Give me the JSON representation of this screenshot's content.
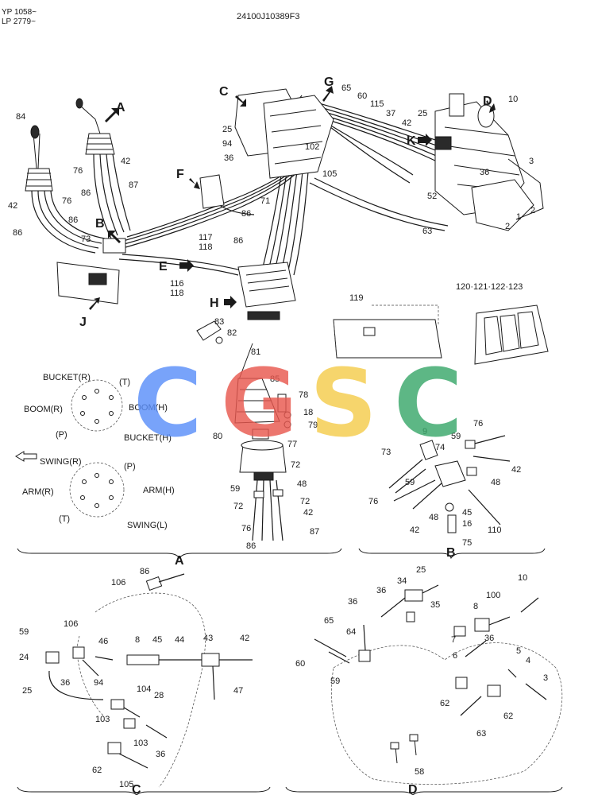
{
  "header": {
    "serial_line1": "YP 1058~",
    "serial_line2": "LP 2779~",
    "drawing_number": "24100J10389F3"
  },
  "watermark": {
    "letters": [
      "C",
      "G",
      "S",
      "C"
    ],
    "colors": [
      "#5b8ff9",
      "#e8584f",
      "#f5cd4d",
      "#3aa86b"
    ]
  },
  "view_labels": {
    "A": "A",
    "B": "B",
    "C": "C",
    "D": "D",
    "E": "E",
    "F": "F",
    "G": "G",
    "H": "H",
    "J": "J",
    "K": "K"
  },
  "main_callouts": {
    "c84": "84",
    "c42a": "42",
    "c76a": "76",
    "c86a": "86",
    "c87": "87",
    "c76b": "76",
    "c86b": "86",
    "c42b": "42",
    "c86c": "86",
    "c73": "73",
    "c25a": "25",
    "c94": "94",
    "c36a": "36",
    "c65": "65",
    "c60": "60",
    "c115": "115",
    "c37": "37",
    "c42c": "42",
    "c25b": "25",
    "c10": "10",
    "c102": "102",
    "c105": "105",
    "c71": "71",
    "c86d": "86",
    "c86e": "86",
    "c117": "117",
    "c118a": "118",
    "c116": "116",
    "c118b": "118",
    "c36b": "36",
    "c52": "52",
    "c63": "63",
    "c3": "3",
    "c2a": "2",
    "c1": "1",
    "c2b": "2",
    "c119": "119",
    "c120": "120·121·122·123"
  },
  "pattern_a": {
    "bucket_r": "BUCKET(R)",
    "t1": "(T)",
    "boom_r": "BOOM(R)",
    "boom_h": "BOOM(H)",
    "p1": "(P)",
    "bucket_h": "BUCKET(H)",
    "swing_r": "SWING(R)",
    "p2": "(P)",
    "arm_r": "ARM(R)",
    "arm_h": "ARM(H)",
    "t2": "(T)",
    "swing_l": "SWING(L)"
  },
  "lever_callouts": {
    "c83": "83",
    "c82": "82",
    "c81": "81",
    "c85": "85",
    "c78": "78",
    "c18": "18",
    "c79": "79",
    "c80": "80",
    "c77": "77",
    "c72a": "72",
    "c48a": "48",
    "c59": "59",
    "c72b": "72",
    "c72c": "72",
    "c42": "42",
    "c76": "76",
    "c87": "87",
    "c86": "86"
  },
  "detail_b_callouts": {
    "c9": "9",
    "c76a": "76",
    "c59a": "59",
    "c73": "73",
    "c74": "74",
    "c42a": "42",
    "c59b": "59",
    "c48a": "48",
    "c76b": "76",
    "c48b": "48",
    "c45": "45",
    "c16": "16",
    "c42b": "42",
    "c110": "110",
    "c75": "75"
  },
  "detail_c_callouts": {
    "c86": "86",
    "c106a": "106",
    "c59": "59",
    "c106b": "106",
    "c46": "46",
    "c8": "8",
    "c45": "45",
    "c44": "44",
    "c43": "43",
    "c42": "42",
    "c24": "24",
    "c94": "94",
    "c36a": "36",
    "c25": "25",
    "c47": "47",
    "c104": "104",
    "c28": "28",
    "c103a": "103",
    "c103b": "103",
    "c36b": "36",
    "c62": "62",
    "c105": "105"
  },
  "detail_d_callouts": {
    "c25": "25",
    "c34": "34",
    "c36a": "36",
    "c10": "10",
    "c35": "35",
    "c36b": "36",
    "c100": "100",
    "c65": "65",
    "c8": "8",
    "c64": "64",
    "c7": "7",
    "c36c": "36",
    "c60": "60",
    "c6": "6",
    "c5": "5",
    "c4": "4",
    "c59": "59",
    "c3": "3",
    "c62a": "62",
    "c62b": "62",
    "c63": "63",
    "c58": "58"
  }
}
